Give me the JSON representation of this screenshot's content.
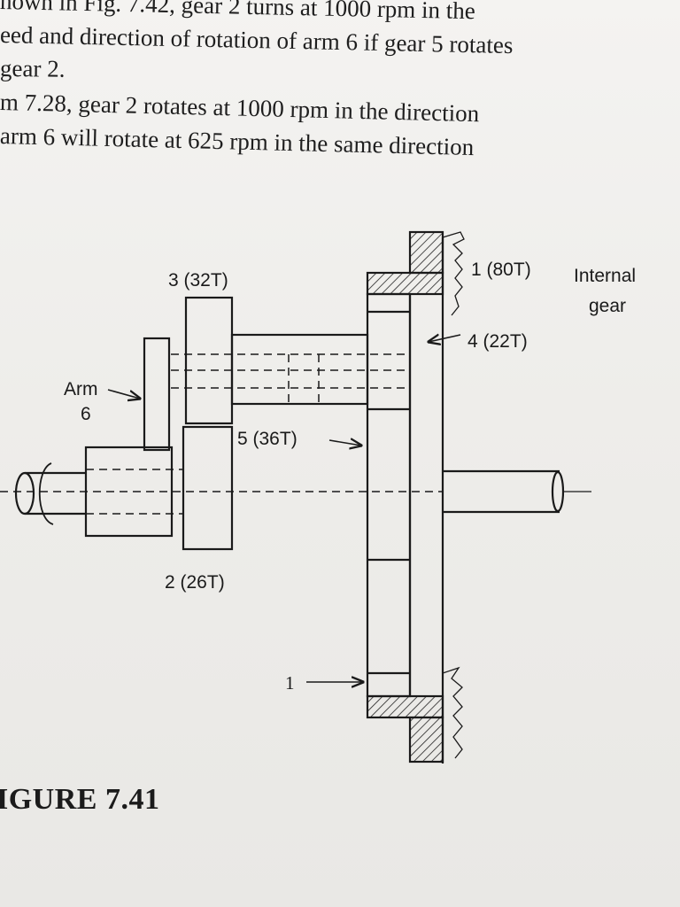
{
  "page": {
    "lines": [
      "hown in Fig. 7.42, gear 2 turns at 1000 rpm in the",
      "eed and direction of rotation of arm 6 if gear 5 rotates",
      "gear 2.",
      "m 7.28, gear 2 rotates at 1000 rpm in the direction",
      " arm 6 will rotate at 625 rpm in the same direction"
    ]
  },
  "figure": {
    "labels": {
      "gear_3": "3 (32T)",
      "gear_1": "1 (80T)",
      "internal_1": "Internal",
      "internal_2": "gear",
      "gear_4": "4 (22T)",
      "arm_1": "Arm",
      "arm_2": "6",
      "gear_5": "5 (36T)",
      "gear_2": "2 (26T)",
      "ring_marker": "1"
    },
    "caption": "IGURE 7.41"
  }
}
